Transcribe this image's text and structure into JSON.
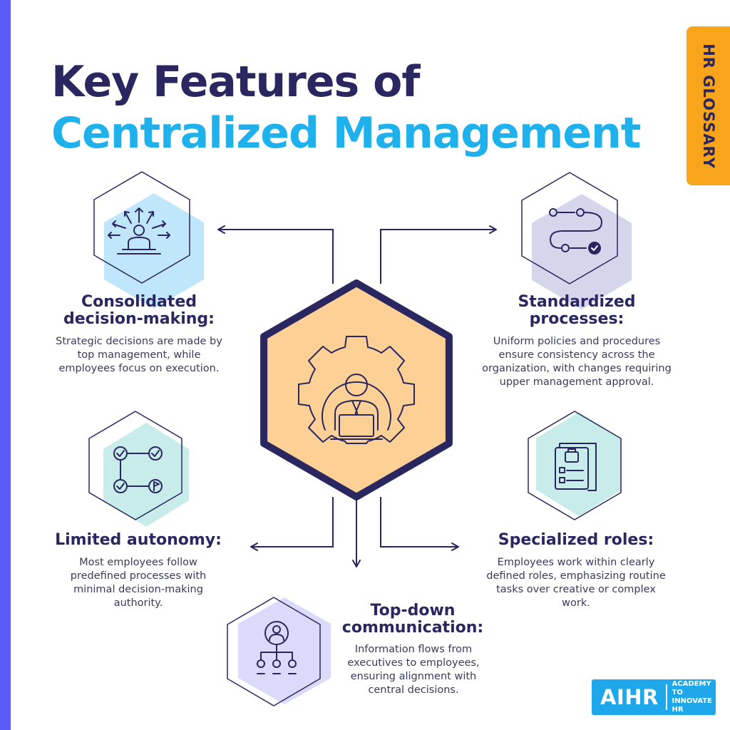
{
  "title": {
    "line1": "Key Features of",
    "line2": "Centralized Management"
  },
  "tag": "HR GLOSSARY",
  "features": [
    {
      "heading": "Consolidated\ndecision-making:",
      "description": "Strategic decisions are made by top management, while employees focus on execution.",
      "icon": "decision-arrows-icon",
      "accent": "#bfe6fb"
    },
    {
      "heading": "Standardized\nprocesses:",
      "description": "Uniform policies and procedures ensure consistency across the organization, with changes requiring upper management approval.",
      "icon": "process-flow-icon",
      "accent": "#d5d6ec"
    },
    {
      "heading": "Limited autonomy:",
      "description": "Most employees follow predefined processes with minimal decision-making authority.",
      "icon": "checklist-flow-icon",
      "accent": "#c7ecea"
    },
    {
      "heading": "Specialized roles:",
      "description": "Employees work within clearly defined roles, emphasizing routine tasks over creative or complex work.",
      "icon": "clipboard-checklist-icon",
      "accent": "#c7ecea"
    },
    {
      "heading": "Top-down\ncommunication:",
      "description": "Information flows from executives to employees, ensuring alignment with central decisions.",
      "icon": "hierarchy-icon",
      "accent": "#dcdafa"
    }
  ],
  "center": {
    "icon": "gear-manager-icon",
    "fill": "#fdd196"
  },
  "logo": {
    "main": "AIHR",
    "sub": "ACADEMY TO INNOVATE HR"
  },
  "colors": {
    "navy": "#2a2660",
    "cyan": "#1fb1ec",
    "orange": "#f9a51b",
    "purple": "#5b5cf7"
  }
}
